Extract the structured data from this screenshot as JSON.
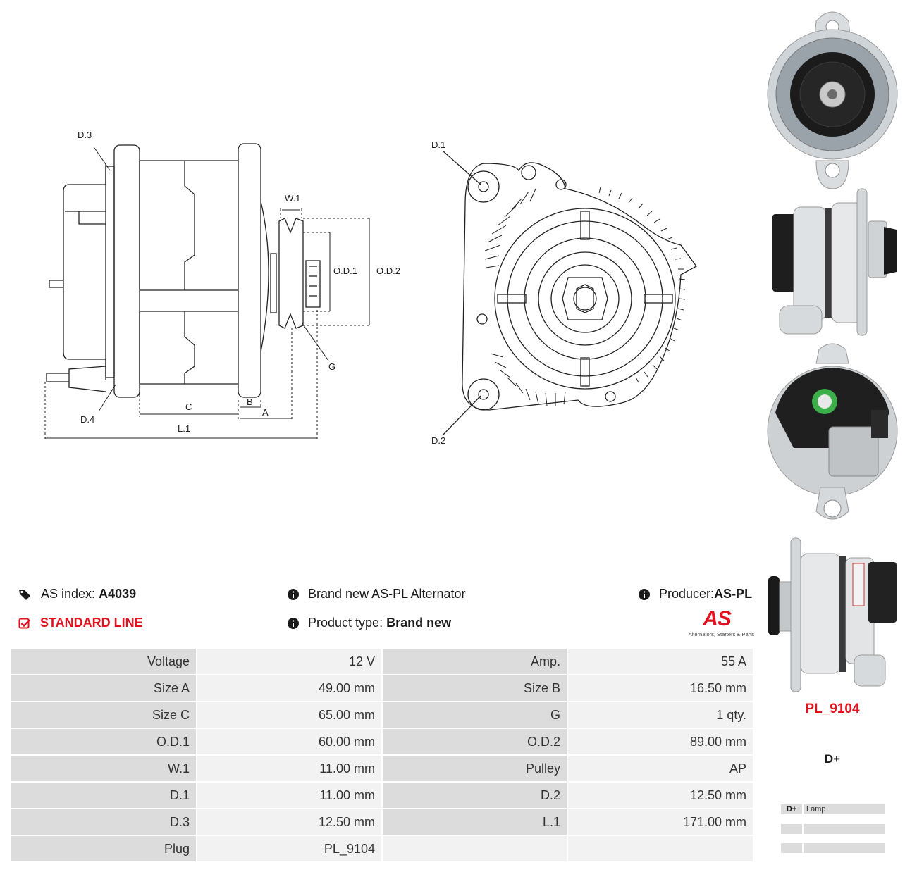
{
  "drawing": {
    "labels": {
      "d3": "D.3",
      "d4": "D.4",
      "w1": "W.1",
      "od1": "O.D.1",
      "od2": "O.D.2",
      "g": "G",
      "b": "B",
      "c": "C",
      "a": "A",
      "l1": "L.1",
      "d1": "D.1",
      "d2": "D.2"
    }
  },
  "header": {
    "as_index_label": "AS index:",
    "as_index_value": "A4039",
    "line": "STANDARD LINE",
    "brand": "Brand new AS-PL Alternator",
    "product_type_label": "Product type:",
    "product_type_value": "Brand new",
    "producer_label": "Producer:",
    "producer_value": "AS-PL",
    "logo_text": "AS",
    "logo_tagline": "Alternators, Starters & Parts"
  },
  "specs": {
    "rows": [
      {
        "k1": "Voltage",
        "v1": "12 V",
        "k2": "Amp.",
        "v2": "55 A"
      },
      {
        "k1": "Size A",
        "v1": "49.00 mm",
        "k2": "Size B",
        "v2": "16.50 mm"
      },
      {
        "k1": "Size C",
        "v1": "65.00 mm",
        "k2": "G",
        "v2": "1 qty."
      },
      {
        "k1": "O.D.1",
        "v1": "60.00 mm",
        "k2": "O.D.2",
        "v2": "89.00 mm"
      },
      {
        "k1": "W.1",
        "v1": "11.00 mm",
        "k2": "Pulley",
        "v2": "AP"
      },
      {
        "k1": "D.1",
        "v1": "11.00 mm",
        "k2": "D.2",
        "v2": "12.50 mm"
      },
      {
        "k1": "D.3",
        "v1": "12.50 mm",
        "k2": "L.1",
        "v2": "171.00 mm"
      },
      {
        "k1": "Plug",
        "v1": "PL_9104",
        "k2": "",
        "v2": ""
      }
    ]
  },
  "plug": {
    "name": "PL_9104",
    "terminal": "D+",
    "pins": [
      {
        "pin": "D+",
        "desc": "Lamp"
      },
      {
        "pin": "",
        "desc": ""
      },
      {
        "pin": "",
        "desc": ""
      }
    ]
  },
  "colors": {
    "accent": "#e3101f",
    "key_cell": "#dcdcdc",
    "value_cell": "#f2f2f2"
  },
  "icons": {
    "tag": "tag-icon",
    "check": "check-square-icon",
    "info": "info-circle-icon"
  }
}
